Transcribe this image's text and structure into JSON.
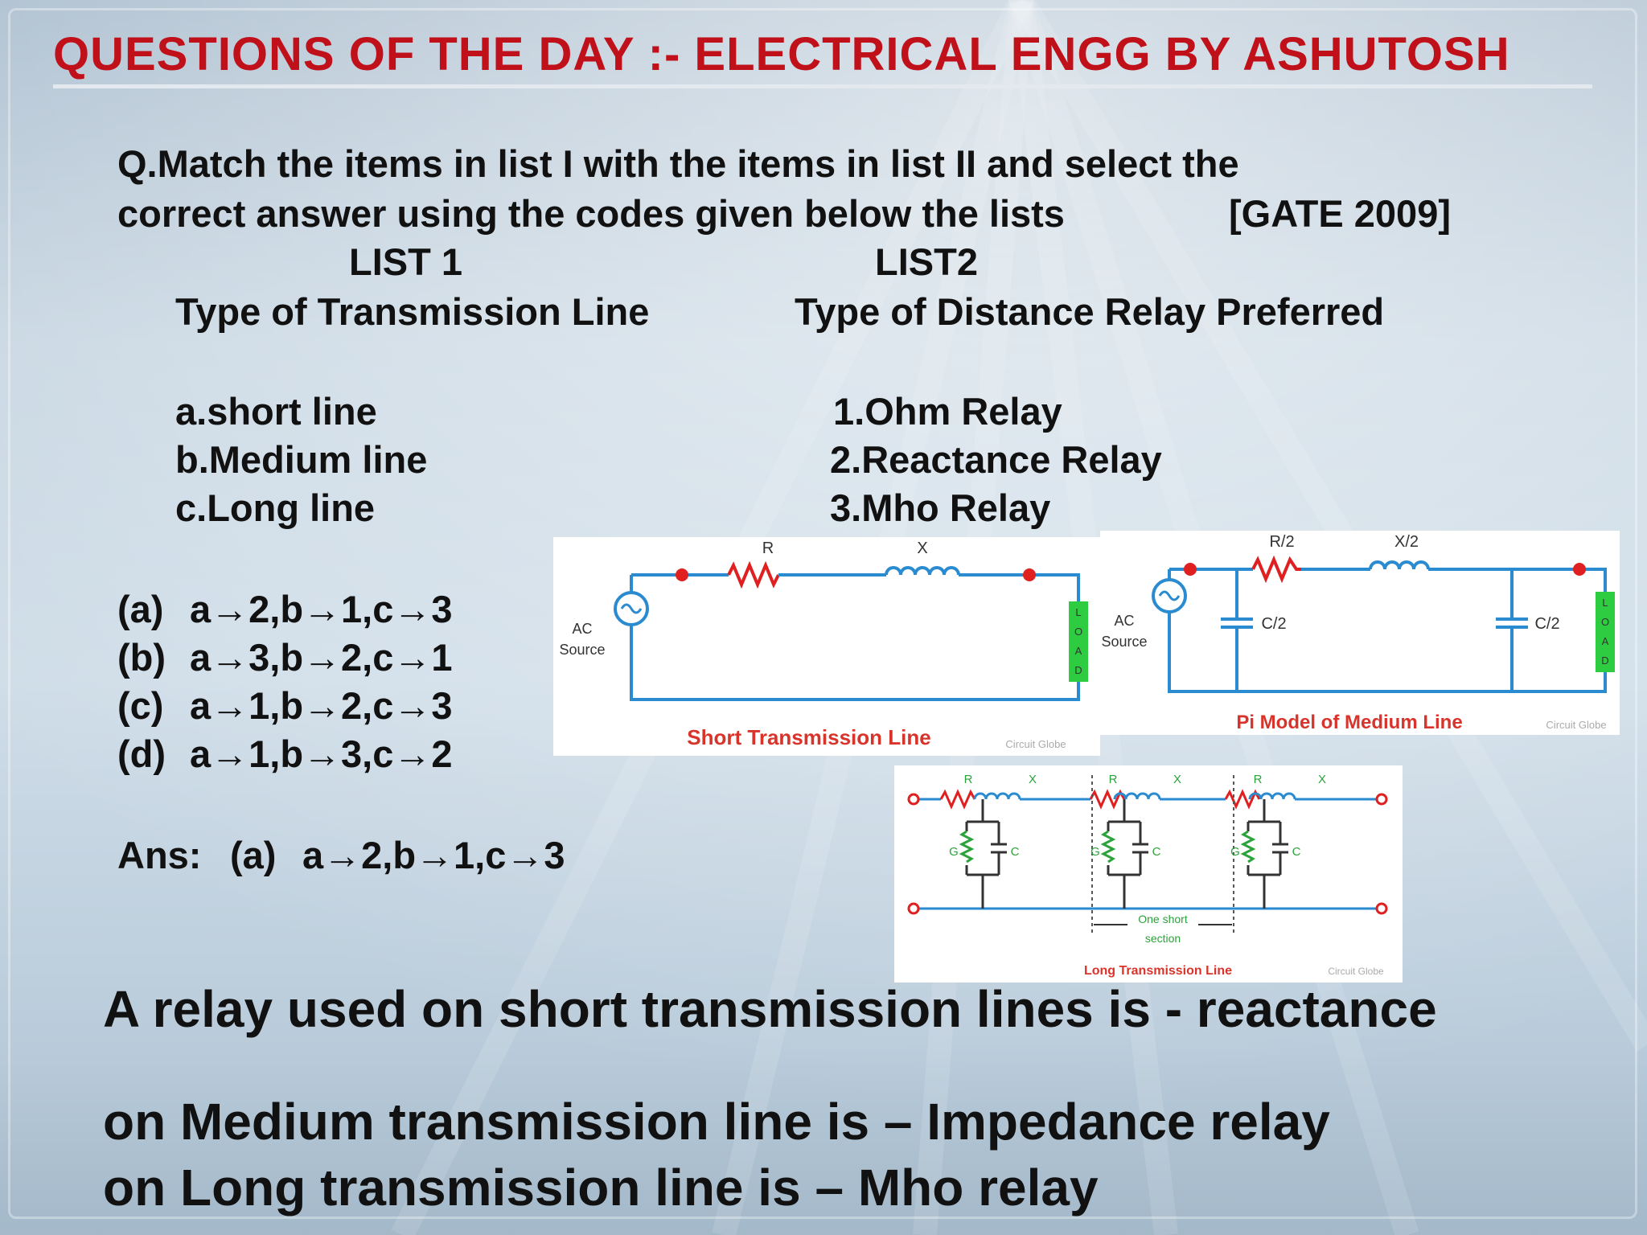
{
  "title": "QUESTIONS OF THE DAY :- ELECTRICAL ENGG BY ASHUTOSH",
  "question": {
    "line1": "Q.Match the items in list I with the items in list II and select the",
    "line2": "correct answer using the codes given below the lists",
    "source": "[GATE 2009]"
  },
  "list1": {
    "heading": "LIST 1",
    "subheading": "Type of Transmission Line",
    "items": [
      "a.short line",
      "b.Medium line",
      "c.Long line"
    ]
  },
  "list2": {
    "heading": "LIST2",
    "subheading": "Type of Distance Relay Preferred",
    "items": [
      "1.Ohm Relay",
      "2.Reactance Relay",
      "3.Mho Relay"
    ]
  },
  "options": [
    {
      "label": "(a)",
      "text": "a→2,b→1,c→3"
    },
    {
      "label": "(b)",
      "text": "a→3,b→2,c→1"
    },
    {
      "label": "(c)",
      "text": "a→1,b→2,c→3"
    },
    {
      "label": "(d)",
      "text": "a→1,b→3,c→2"
    }
  ],
  "answer": {
    "prefix": "Ans:",
    "label": "(a)",
    "text": "a→2,b→1,c→3"
  },
  "explanation": [
    "A relay used on short transmission lines is - reactance",
    "on Medium transmission line  is – Impedance relay",
    "on Long transmission line  is – Mho relay"
  ],
  "diagrams": {
    "short": {
      "caption": "Short Transmission Line",
      "R": "R",
      "X": "X",
      "source1": "AC",
      "source2": "Source",
      "load": "LOAD",
      "credit": "Circuit Globe"
    },
    "medium": {
      "caption": "Pi Model of Medium Line",
      "R": "R/2",
      "X": "X/2",
      "C1": "C/2",
      "C2": "C/2",
      "source1": "AC",
      "source2": "Source",
      "load": "LOAD",
      "credit": "Circuit Globe"
    },
    "long": {
      "caption": "Long Transmission Line",
      "R": "R",
      "X": "X",
      "G": "G",
      "C": "C",
      "section1": "One short",
      "section2": "section",
      "credit": "Circuit Globe"
    }
  },
  "colors": {
    "title": "#c0101a",
    "caption": "#d9342b",
    "wire": "#2a8bd0",
    "load": "#2ecc40",
    "terminal": "#e02020",
    "resistor": "#e02020",
    "inductor": "#2a8bd0"
  }
}
